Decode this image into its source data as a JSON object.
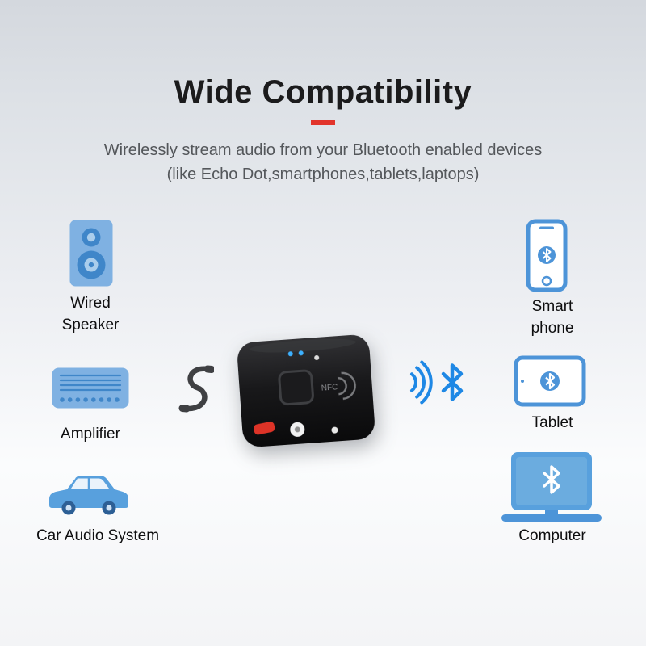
{
  "header": {
    "title": "Wide Compatibility",
    "subtitle_line1": "Wirelessly stream audio from your Bluetooth enabled devices",
    "subtitle_line2": "(like Echo Dot,smartphones,tablets,laptops)"
  },
  "devices": {
    "wired_speaker": {
      "line1": "Wired",
      "line2": "Speaker"
    },
    "amplifier": {
      "label": "Amplifier"
    },
    "car_audio": {
      "label": "Car Audio System"
    },
    "smartphone": {
      "line1": "Smart",
      "line2": "phone"
    },
    "tablet": {
      "label": "Tablet"
    },
    "computer": {
      "label": "Computer"
    }
  },
  "receiver": {
    "nfc_label": "NFC"
  },
  "icons": {
    "left": [
      "speaker-icon",
      "amplifier-icon",
      "car-icon"
    ],
    "center": [
      "aux-cable-icon",
      "bluetooth-receiver-device",
      "bluetooth-signal-icon"
    ],
    "right": [
      "smartphone-icon",
      "tablet-icon",
      "computer-icon"
    ]
  },
  "colors": {
    "accent_red": "#e2342b",
    "device_blue": "#58a0dd",
    "device_blue_dark": "#3f86c9",
    "device_blue_light": "#a9cdec",
    "bluetooth_blue": "#1e88e5",
    "receiver_black": "#141416",
    "title_text": "#1b1b1c",
    "subtitle_text": "#54575b",
    "label_text": "#0e0e0f"
  }
}
